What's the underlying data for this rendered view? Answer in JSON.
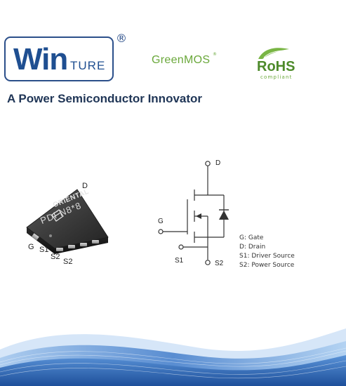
{
  "brand": {
    "logo_main": "Win",
    "logo_sub": "TURE",
    "registered": "®",
    "greenmos": "GreenMOS",
    "greenmos_reg": "®",
    "rohs": "RoHS",
    "rohs_sub": "compliant",
    "tagline": "A Power Semiconductor Innovator"
  },
  "package": {
    "maker": "ORIENTAL",
    "type": "PDFN8*8",
    "pins": {
      "d": "D",
      "g": "G",
      "s1a": "S1",
      "s2a": "S2",
      "s2b": "S2"
    }
  },
  "schematic": {
    "pins": {
      "d": "D",
      "g": "G",
      "s1": "S1",
      "s2": "S2"
    },
    "legend": [
      "G: Gate",
      "D: Drain",
      "S1: Driver Source",
      "S2: Power Source"
    ]
  },
  "colors": {
    "brand_blue": "#1f4f91",
    "green": "#6aa83a",
    "tagline": "#1f3556"
  }
}
